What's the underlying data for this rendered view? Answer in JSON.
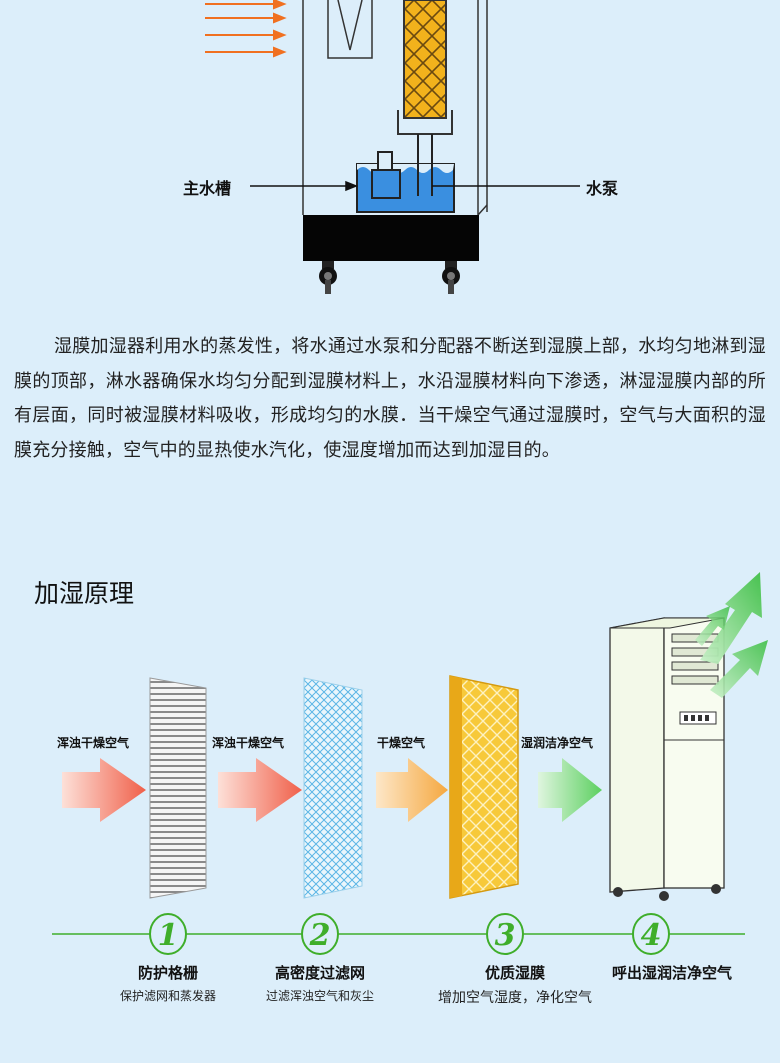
{
  "top_diagram": {
    "label_left": "主水槽",
    "label_right": "水泵"
  },
  "description": "湿膜加湿器利用水的蒸发性，将水通过水泵和分配器不断送到湿膜上部，水均匀地淋到湿膜的顶部，淋水器确保水均匀分配到湿膜材料上，水沿湿膜材料向下渗透，淋湿湿膜内部的所有层面，同时被湿膜材料吸收，形成均匀的水膜．当干燥空气通过湿膜时，空气与大面积的湿膜充分接触，空气中的显热使水汽化，使湿度增加而达到加湿目的。",
  "section_title": "加湿原理",
  "flow_labels": [
    "浑浊干燥空气",
    "浑浊干燥空气",
    "干燥空气",
    "湿润洁净空气"
  ],
  "steps": [
    {
      "number": "1",
      "title": "防护格栅",
      "subtitle": "保护滤网和蒸发器"
    },
    {
      "number": "2",
      "title": "高密度过滤网",
      "subtitle": "过滤浑浊空气和灰尘"
    },
    {
      "number": "3",
      "title": "优质湿膜",
      "subtitle": "增加空气湿度，净化空气"
    },
    {
      "number": "4",
      "title": "呼出湿润洁净空气",
      "subtitle": ""
    }
  ],
  "colors": {
    "background": "#dceefa",
    "step_green": "#3fae2a",
    "water_blue": "#3a8fe0",
    "arrow_red": "#f0604a",
    "arrow_orange": "#f5a840",
    "arrow_green": "#5cd060",
    "membrane_yellow": "#f7c93a"
  }
}
